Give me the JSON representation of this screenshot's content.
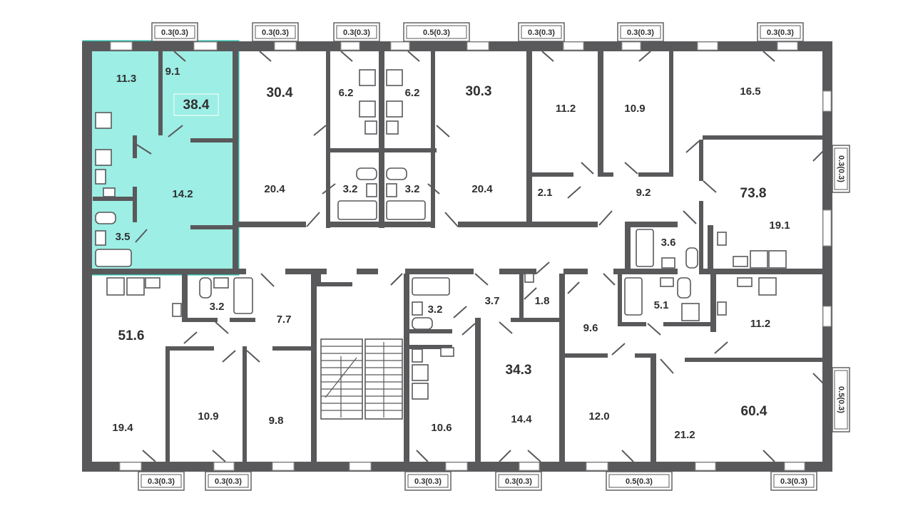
{
  "plan": {
    "highlight_color": "#9deee4",
    "highlight_border": "#2db8a6",
    "wall_color": "#59595b",
    "flats": [
      {
        "id": "f1",
        "area": "38.4",
        "selected": true
      },
      {
        "id": "f2",
        "area": "30.4"
      },
      {
        "id": "f3",
        "area": "30.3"
      },
      {
        "id": "f4",
        "area": "73.8"
      },
      {
        "id": "f5",
        "area": "51.6"
      },
      {
        "id": "f6",
        "area": "34.3"
      },
      {
        "id": "f7",
        "area": "60.4"
      }
    ],
    "rooms": [
      "11.3",
      "9.1",
      "14.2",
      "3.5",
      "6.2",
      "6.2",
      "20.4",
      "3.2",
      "3.2",
      "20.4",
      "11.2",
      "10.9",
      "16.5",
      "2.1",
      "9.2",
      "3.6",
      "19.1",
      "3.2",
      "7.7",
      "19.4",
      "10.9",
      "9.8",
      "3.2",
      "3.7",
      "1.8",
      "10.6",
      "14.4",
      "9.6",
      "5.1",
      "11.2",
      "12.0",
      "21.2"
    ],
    "balconies": {
      "top": [
        "0.3(0.3)",
        "0.3(0.3)",
        "0.3(0.3)",
        "0.5(0.3)",
        "0.3(0.3)",
        "0.3(0.3)",
        "0.3(0.3)"
      ],
      "right": [
        "0.3(0.3)",
        "0.5(0.3)"
      ],
      "bottom": [
        "0.3(0.3)",
        "0.3(0.3)",
        "0.3(0.3)",
        "0.3(0.3)",
        "0.5(0.3)",
        "0.3(0.3)"
      ]
    }
  }
}
